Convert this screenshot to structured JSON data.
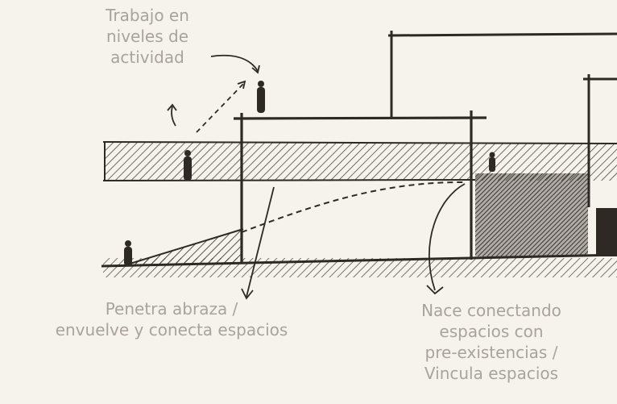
{
  "colors": {
    "ink": "#2e2924",
    "annotation_text": "#a9a39b",
    "paper": "#f6f2ec"
  },
  "annotations": {
    "top": [
      "Trabajo en",
      "niveles de",
      "actividad"
    ],
    "left": [
      "Penetra abraza /",
      "envuelve y conecta espacios"
    ],
    "right": [
      "Nace conectando",
      "espacios con",
      "pre-existencias /",
      "Vincula espacios"
    ]
  }
}
